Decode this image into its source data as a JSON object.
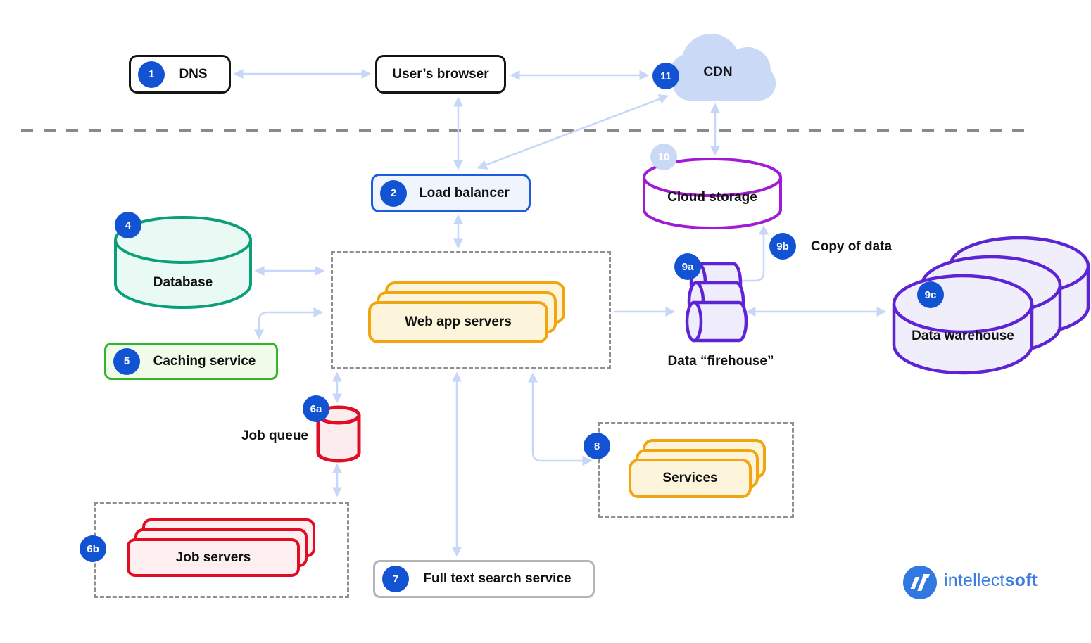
{
  "diagram": {
    "nodes": {
      "dns": {
        "badge": "1",
        "label": "DNS"
      },
      "users_browser": {
        "label": "User’s browser"
      },
      "cdn": {
        "badge": "11",
        "label": "CDN"
      },
      "load_balancer": {
        "badge": "2",
        "label": "Load balancer"
      },
      "cloud_storage": {
        "badge": "10",
        "label": "Cloud storage"
      },
      "database": {
        "badge": "4",
        "label": "Database"
      },
      "web_app_servers": {
        "label": "Web app servers"
      },
      "caching_service": {
        "badge": "5",
        "label": "Caching service"
      },
      "job_queue": {
        "badge": "6a",
        "label": "Job queue"
      },
      "job_servers": {
        "badge": "6b",
        "label": "Job servers"
      },
      "full_text_search": {
        "badge": "7",
        "label": "Full text search service"
      },
      "services": {
        "badge": "8",
        "label": "Services"
      },
      "data_firehouse": {
        "badge": "9a",
        "label": "Data “firehouse”"
      },
      "copy_of_data": {
        "badge": "9b",
        "label": "Copy of data"
      },
      "data_warehouse": {
        "badge": "9c",
        "label": "Data warehouse"
      }
    },
    "edges": [
      {
        "from": "DNS",
        "to": "User’s browser",
        "bidirectional": true
      },
      {
        "from": "User’s browser",
        "to": "CDN",
        "bidirectional": true
      },
      {
        "from": "User’s browser",
        "to": "Load balancer",
        "bidirectional": true
      },
      {
        "from": "CDN",
        "to": "Load balancer",
        "bidirectional": true
      },
      {
        "from": "CDN",
        "to": "Cloud storage",
        "bidirectional": true
      },
      {
        "from": "Database",
        "to": "Web app servers",
        "bidirectional": true
      },
      {
        "from": "Caching service",
        "to": "Web app servers",
        "bidirectional": true
      },
      {
        "from": "Load balancer",
        "to": "Web app servers",
        "bidirectional": true
      },
      {
        "from": "Web app servers",
        "to": "Job queue",
        "bidirectional": true
      },
      {
        "from": "Job queue",
        "to": "Job servers",
        "bidirectional": true
      },
      {
        "from": "Web app servers",
        "to": "Full text search service",
        "bidirectional": true
      },
      {
        "from": "Web app servers",
        "to": "Services",
        "bidirectional": true
      },
      {
        "from": "Web app servers",
        "to": "Data “firehouse”",
        "bidirectional": false
      },
      {
        "from": "Data “firehouse”",
        "to": "Data warehouse",
        "bidirectional": true
      },
      {
        "from": "Data “firehouse”",
        "to": "Cloud storage",
        "bidirectional": false,
        "label": "Copy of data"
      }
    ],
    "colors": {
      "badge_blue": "#1253d4",
      "badge_light": "#c9d9f6",
      "arrow": "#c7d7f7",
      "separator_gray": "#8a8a8a",
      "black_border": "#151515",
      "lb_blue": "#1b5dde",
      "lb_fill": "#eff4fd",
      "teal": "#0a9f78",
      "teal_fill": "#e9faf4",
      "green": "#2fb62a",
      "green_fill": "#f0fce9",
      "orange": "#f2a50f",
      "orange_fill": "#fdf4dc",
      "red": "#e00d25",
      "red_fill": "#fdeef0",
      "purple": "#5d24d6",
      "purple_fill": "#efecfb",
      "magenta_purple": "#a21ad6",
      "cloud_blue": "#c9d9f6",
      "logo_blue": "#3b7de0"
    }
  },
  "logo": {
    "brand_regular": "intellect",
    "brand_bold": "soft"
  }
}
